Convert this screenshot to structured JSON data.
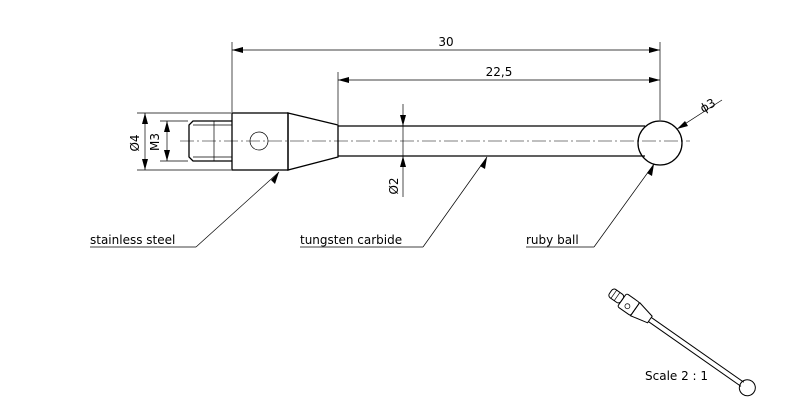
{
  "dimensions": {
    "overall_length": "30",
    "stylus_length": "22,5",
    "ball_diameter": "ϕ3",
    "shaft_diameter": "Ø4",
    "thread": "M3",
    "stem_diameter": "Ø2"
  },
  "labels": {
    "body_material": "stainless steel",
    "stem_material": "tungsten carbide",
    "ball_material": "ruby ball"
  },
  "scale": "Scale 2 : 1"
}
